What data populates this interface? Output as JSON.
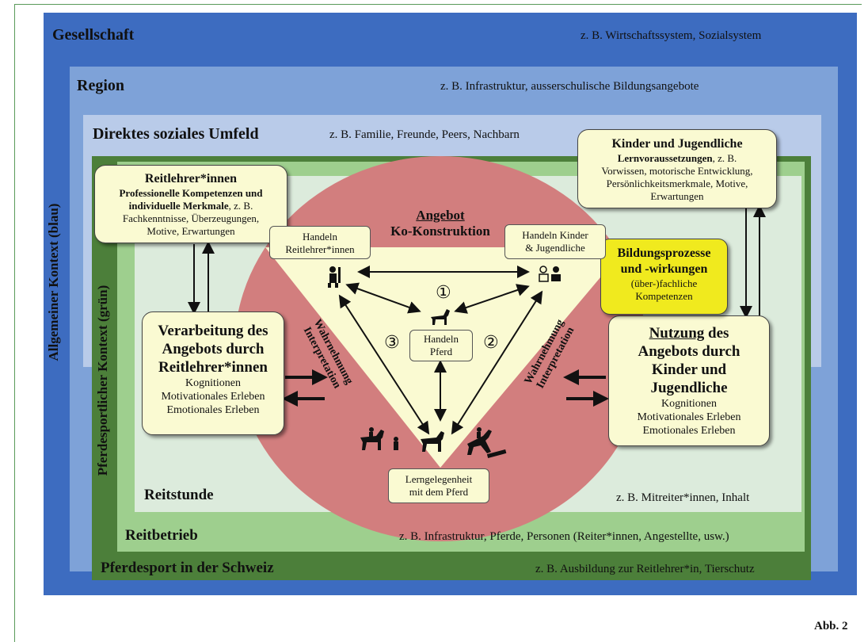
{
  "figure_label": "Abb. 2",
  "vertical_labels": {
    "blue": "Allgemeiner Kontext (blau)",
    "green": "Pferdesportlicher Kontext (grün)"
  },
  "levels": {
    "gesellschaft": {
      "title": "Gesellschaft",
      "example": "z. B. Wirtschaftssystem, Sozialsystem"
    },
    "region": {
      "title": "Region",
      "example": "z. B. Infrastruktur, ausserschulische Bildungsangebote"
    },
    "umfeld": {
      "title": "Direktes soziales Umfeld",
      "example": "z. B. Familie, Freunde, Peers, Nachbarn"
    },
    "reitstunde": {
      "title": "Reitstunde",
      "example": "z. B. Mitreiter*innen, Inhalt"
    },
    "reitbetrieb": {
      "title": "Reitbetrieb",
      "example": "z. B. Infrastruktur, Pferde, Personen (Reiter*innen, Angestellte, usw.)"
    },
    "schweiz": {
      "title": "Pferdesport in der Schweiz",
      "example": "z. B. Ausbildung zur Reitlehrer*in, Tierschutz"
    }
  },
  "angebot": {
    "title": "Angebot",
    "subtitle": "Ko-Konstruktion"
  },
  "reitlehrer_box": {
    "title": "Reitlehrer*innen",
    "bold_line1": "Professionelle Kompetenzen und",
    "bold_line2": "individuelle Merkmale",
    "suffix": ", z. B.",
    "line3": "Fachkenntnisse, Überzeugungen,",
    "line4": "Motive, Erwartungen"
  },
  "kinder_box": {
    "title": "Kinder und Jugendliche",
    "bold_line": "Lernvoraussetzungen",
    "suffix": ", z. B.",
    "line2": "Vorwissen, motorische Entwicklung,",
    "line3": "Persönlichkeitsmerkmale, Motive,",
    "line4": "Erwartungen"
  },
  "verarbeitung_box": {
    "line1": "Verarbeitung des",
    "line2": "Angebots durch",
    "line3": "Reitlehrer*innen",
    "items": [
      "Kognitionen",
      "Motivationales Erleben",
      "Emotionales Erleben"
    ]
  },
  "nutzung_box": {
    "underlined": "Nutzung",
    "line1_rest": " des",
    "line2": "Angebots durch",
    "line3": "Kinder und",
    "line4": "Jugendliche",
    "items": [
      "Kognitionen",
      "Motivationales Erleben",
      "Emotionales Erleben"
    ]
  },
  "bildung_box": {
    "line1": "Bildungsprozesse",
    "line2": "und -wirkungen",
    "line3": "(über-)fachliche",
    "line4": "Kompetenzen"
  },
  "handeln_reitlehrer": {
    "line1": "Handeln",
    "line2": "Reitlehrer*innen"
  },
  "handeln_kinder": {
    "line1": "Handeln Kinder",
    "line2": "& Jugendliche"
  },
  "handeln_pferd": {
    "line1": "Handeln",
    "line2": "Pferd"
  },
  "lerngelegenheit": {
    "line1": "Lerngelegenheit",
    "line2": "mit dem Pferd"
  },
  "wahrnehmung": {
    "line1": "Wahrnehmung",
    "line2": "Interpretation"
  },
  "markers": {
    "one": "①",
    "two": "②",
    "three": "③"
  },
  "colors": {
    "gesellschaft": "#3d6cc0",
    "region": "#7ea2d8",
    "umfeld": "#b9cbe9",
    "schweiz": "#4c7f3a",
    "reitbetrieb": "#9ecf8e",
    "reitstunde": "#dcebdc",
    "angebot": "#d27e7e",
    "triangle": "#fafad2",
    "highlight": "#f0ea1e"
  }
}
